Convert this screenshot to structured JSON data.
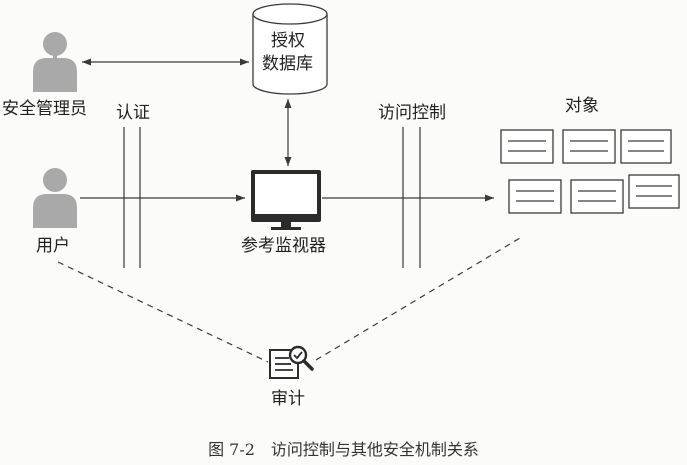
{
  "labels": {
    "admin": "安全管理员",
    "user": "用户",
    "database_line1": "授权",
    "database_line2": "数据库",
    "authentication": "认证",
    "reference_monitor": "参考监视器",
    "access_control": "访问控制",
    "objects": "对象",
    "audit": "审计"
  },
  "caption": "图 7-2　访问控制与其他安全机制关系",
  "colors": {
    "person": "#a9a9a9",
    "line": "#3a3a3a",
    "text": "#222222"
  },
  "icons": [
    "person-icon",
    "database-icon",
    "monitor-icon",
    "object-box-icon",
    "audit-icon"
  ]
}
